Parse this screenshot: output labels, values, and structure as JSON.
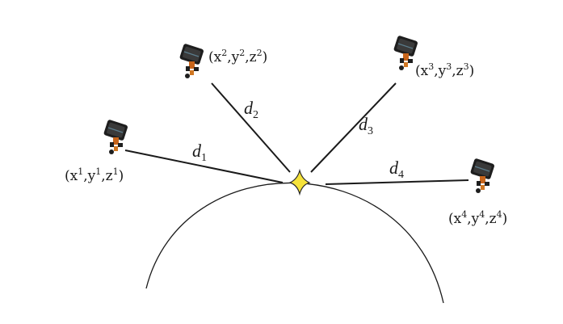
{
  "distances": {
    "d1": {
      "sym": "d",
      "sub": "1"
    },
    "d2": {
      "sym": "d",
      "sub": "2"
    },
    "d3": {
      "sym": "d",
      "sub": "3"
    },
    "d4": {
      "sym": "d",
      "sub": "4"
    }
  },
  "satellites": {
    "s1": {
      "x": "x",
      "y": "y",
      "z": "z",
      "i": "1"
    },
    "s2": {
      "x": "x",
      "y": "y",
      "z": "z",
      "i": "2"
    },
    "s3": {
      "x": "x",
      "y": "y",
      "z": "z",
      "i": "3"
    },
    "s4": {
      "x": "x",
      "y": "y",
      "z": "z",
      "i": "4"
    }
  },
  "colors": {
    "line": "#1a1a1a",
    "star": "#f5e23a",
    "star_outline": "#2a2a2a",
    "sat_body": "#1e1e1e",
    "sat_accent": "#c8651b"
  },
  "icons": {
    "satellite": "satellite-icon",
    "receiver": "star-icon"
  }
}
